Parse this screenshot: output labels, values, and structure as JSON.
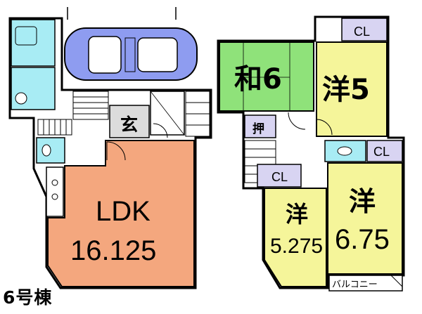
{
  "caption": "6号棟",
  "floor1": {
    "ldk_name": "LDK",
    "ldk_area": "16.125",
    "entrance": "玄"
  },
  "floor2": {
    "washitsu": "和6",
    "yoshitsu_a": "洋5",
    "yoshitsu_b_name": "洋",
    "yoshitsu_b_area": "5.275",
    "yoshitsu_c_name": "洋",
    "yoshitsu_c_area": "6.75",
    "closet_top": "CL",
    "closet_mid": "CL",
    "closet_right": "CL",
    "oshiire": "押",
    "balcony": "バルコニー"
  },
  "colors": {
    "ldk": "#f4a77e",
    "washitsu": "#8fe27a",
    "yoshitsu": "#f5f59a",
    "closet": "#d8d4f2",
    "wet_area": "#a8ecf4",
    "car": "#8e9cf0",
    "entrance": "#dcdcdc"
  }
}
